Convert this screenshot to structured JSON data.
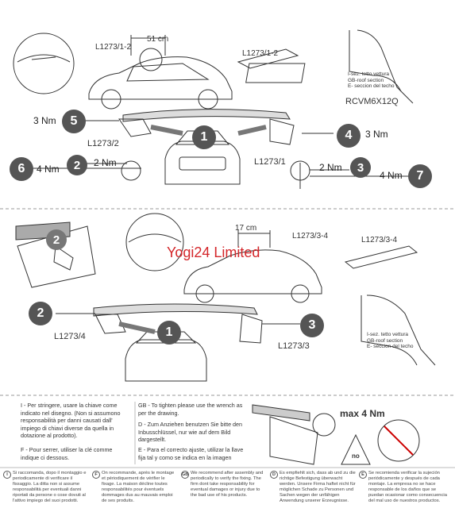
{
  "section1": {
    "ref_top_left": "L1273/1-2",
    "ref_top_right": "L1273/1-2",
    "distance": "51 cm",
    "roof_section_it": "I-sez. tetto vettura",
    "roof_section_en": "GB-roof section",
    "roof_section_es": "E- seccion del techo",
    "part_code": "RCVM6X12Q",
    "ref_left_small": "L1273/2",
    "ref_right_small": "L1273/1",
    "steps": [
      {
        "num": "5",
        "torque": "3 Nm"
      },
      {
        "num": "4",
        "torque": "3 Nm"
      },
      {
        "num": "2",
        "torque": "2 Nm"
      },
      {
        "num": "3",
        "torque": "2 Nm"
      },
      {
        "num": "6",
        "torque": "4 Nm"
      },
      {
        "num": "7",
        "torque": "4 Nm"
      }
    ],
    "center_step": "1"
  },
  "section2": {
    "distance": "17 cm",
    "ref_center": "L1273/3-4",
    "ref_right": "L1273/3-4",
    "watermark": "Yogi24 Limited",
    "ref_left_small": "L1273/4",
    "ref_right_small": "L1273/3",
    "step_slide": "2",
    "step_left": "2",
    "step_right": "3",
    "center_step": "1",
    "roof_section_it": "I-sez. tetto vettura",
    "roof_section_en": "GB-roof section",
    "roof_section_es": "E- seccion del techo"
  },
  "notes": {
    "it": "I - Per stringere, usare la chiave come indicato nel disegno. (Non si assumono responsabilità per danni causati dall' impiego di chiavi diverse da quella in dotazione al prodotto).",
    "fr": "F - Pour serrer, utiliser la clé comme indique ci dessous.",
    "gb": "GB - To tighten please use the wrench as per the drawing.",
    "de": "D - Zum Anziehen benutzen Sie bitte den Inbusschlüssel, nur wie auf dem Bild dargestellt.",
    "es": "E - Para el correcto ajuste, utilizar la llave fija tal y como se indica en la imagen"
  },
  "torque_max": "max 4 Nm",
  "no_label": "no",
  "footer": [
    {
      "flag": "I",
      "text": "Si raccomanda, dopo il montaggio e periodicamente di verificare il fissaggio. La ditta non si assume responsabilità per eventuali danni riportati da persone o cose dovuti al l'attivo impiego del suoi prodotti."
    },
    {
      "flag": "F",
      "text": "On recommande, après le montage et périodiquement de vérifier le fixage. La maison décline toutes responsabilités pour éventuels dommages dus au mauvais emploi de ses produits."
    },
    {
      "flag": "GB",
      "text": "We recommend after assembly and periodically to verify the fixing. The firm dont take responsability for eventual damages or injury due to the bad use of his products."
    },
    {
      "flag": "D",
      "text": "Es empfiehlt sich, dass ab und zu die richtige Befestigung überwacht werden. Unsere Firma haftet nicht für möglichen Schade zu Personen und Sachen wegen der unfähigen Anwendung unserer Erzeugnisse."
    },
    {
      "flag": "E",
      "text": "Se recomienda verificar la sujeción periódicamente y después de cada montaje. La empresa no se hace responsable de los daños que se puedan ocasionar como consecuencia del mal uso de nuestros productos."
    }
  ]
}
